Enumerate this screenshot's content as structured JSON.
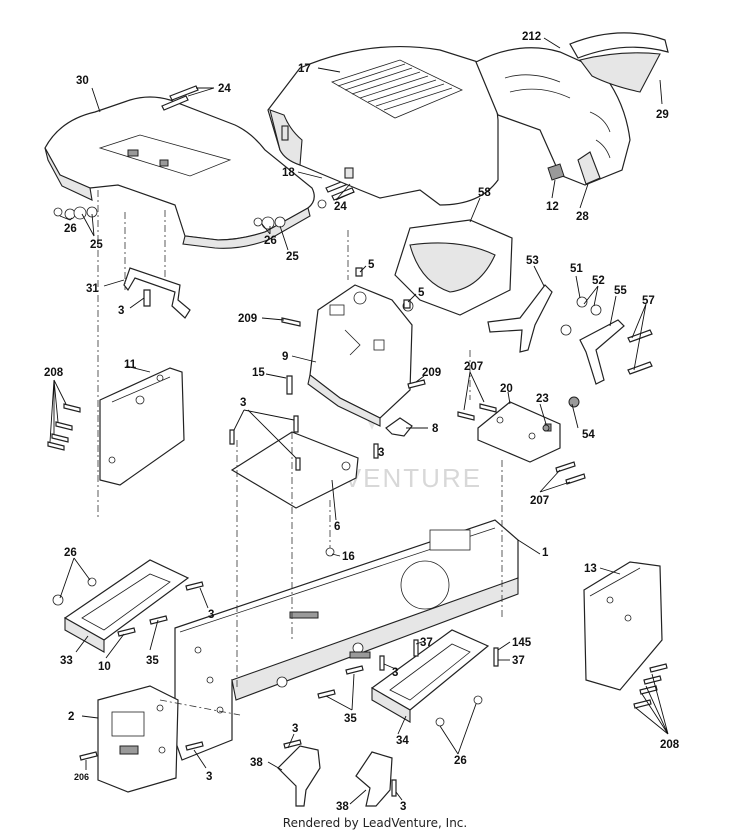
{
  "watermark": "LEADVENTURE",
  "footer": "Rendered by LeadVenture, Inc.",
  "callouts": [
    {
      "id": "30",
      "text": "30"
    },
    {
      "id": "24a",
      "text": "24"
    },
    {
      "id": "17",
      "text": "17"
    },
    {
      "id": "212",
      "text": "212"
    },
    {
      "id": "29",
      "text": "29"
    },
    {
      "id": "18",
      "text": "18"
    },
    {
      "id": "24b",
      "text": "24"
    },
    {
      "id": "12",
      "text": "12"
    },
    {
      "id": "28",
      "text": "28"
    },
    {
      "id": "25a",
      "text": "25"
    },
    {
      "id": "26a",
      "text": "26"
    },
    {
      "id": "26b",
      "text": "26"
    },
    {
      "id": "25b",
      "text": "25"
    },
    {
      "id": "58",
      "text": "58"
    },
    {
      "id": "31",
      "text": "31"
    },
    {
      "id": "3a",
      "text": "3"
    },
    {
      "id": "5a",
      "text": "5"
    },
    {
      "id": "5b",
      "text": "5"
    },
    {
      "id": "53",
      "text": "53"
    },
    {
      "id": "51",
      "text": "51"
    },
    {
      "id": "52",
      "text": "52"
    },
    {
      "id": "55",
      "text": "55"
    },
    {
      "id": "57",
      "text": "57"
    },
    {
      "id": "209a",
      "text": "209"
    },
    {
      "id": "9",
      "text": "9"
    },
    {
      "id": "11",
      "text": "11"
    },
    {
      "id": "208a",
      "text": "208"
    },
    {
      "id": "15",
      "text": "15"
    },
    {
      "id": "209b",
      "text": "209"
    },
    {
      "id": "207a",
      "text": "207"
    },
    {
      "id": "20",
      "text": "20"
    },
    {
      "id": "23",
      "text": "23"
    },
    {
      "id": "54",
      "text": "54"
    },
    {
      "id": "3b",
      "text": "3"
    },
    {
      "id": "8",
      "text": "8"
    },
    {
      "id": "3c",
      "text": "3"
    },
    {
      "id": "207b",
      "text": "207"
    },
    {
      "id": "6",
      "text": "6"
    },
    {
      "id": "16",
      "text": "16"
    },
    {
      "id": "1",
      "text": "1"
    },
    {
      "id": "26c",
      "text": "26"
    },
    {
      "id": "3d",
      "text": "3"
    },
    {
      "id": "13",
      "text": "13"
    },
    {
      "id": "37a",
      "text": "37"
    },
    {
      "id": "145",
      "text": "145"
    },
    {
      "id": "37b",
      "text": "37"
    },
    {
      "id": "33",
      "text": "33"
    },
    {
      "id": "10",
      "text": "10"
    },
    {
      "id": "35a",
      "text": "35"
    },
    {
      "id": "3e",
      "text": "3"
    },
    {
      "id": "2",
      "text": "2"
    },
    {
      "id": "35b",
      "text": "35"
    },
    {
      "id": "34",
      "text": "34"
    },
    {
      "id": "208b",
      "text": "208"
    },
    {
      "id": "26d",
      "text": "26"
    },
    {
      "id": "3f",
      "text": "3"
    },
    {
      "id": "206",
      "text": "206"
    },
    {
      "id": "3g",
      "text": "3"
    },
    {
      "id": "38a",
      "text": "38"
    },
    {
      "id": "38b",
      "text": "38"
    },
    {
      "id": "3h",
      "text": "3"
    }
  ]
}
